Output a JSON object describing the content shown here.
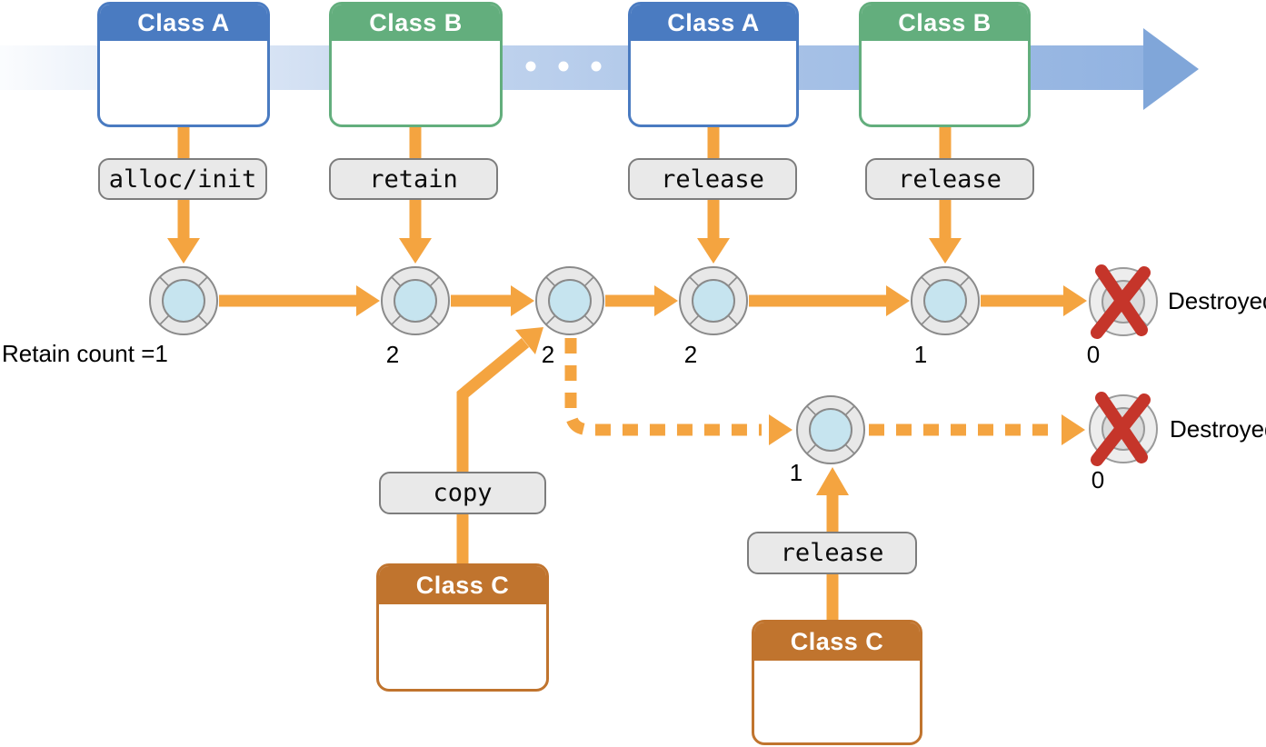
{
  "classes": [
    {
      "label": "Class A"
    },
    {
      "label": "Class B"
    },
    {
      "label": "Class A"
    },
    {
      "label": "Class B"
    },
    {
      "label": "Class C"
    },
    {
      "label": "Class C"
    }
  ],
  "actions": {
    "alloc_init": "alloc/init",
    "retain": "retain",
    "release_a": "release",
    "release_b": "release",
    "copy": "copy",
    "release_c": "release"
  },
  "retain_count_start": "Retain count =1",
  "counts_row1": [
    "2",
    "2",
    "2",
    "1",
    "0"
  ],
  "counts_row2": [
    "1",
    "0"
  ],
  "destroyed_labels": [
    "Destroyed",
    "Destroyed"
  ],
  "colors": {
    "arrow_orange": "#f4a440",
    "class_a_blue": "#4a7bc1",
    "class_b_green": "#63ae7d",
    "class_c_brown": "#c0742e",
    "timeline_blue": "#92b3e1",
    "timeline_head_blue": "#80a6d9",
    "pill_fill": "#e9e9e9",
    "pill_border": "#7d7d7d",
    "token_ring": "#e8e8e8",
    "token_ring_border": "#8a8a8a",
    "token_core_blue": "#c6e4ef",
    "token_core_gray": "#dbdbdb",
    "destroyed_red": "#c5352a",
    "dot_white": "#ffffff"
  }
}
